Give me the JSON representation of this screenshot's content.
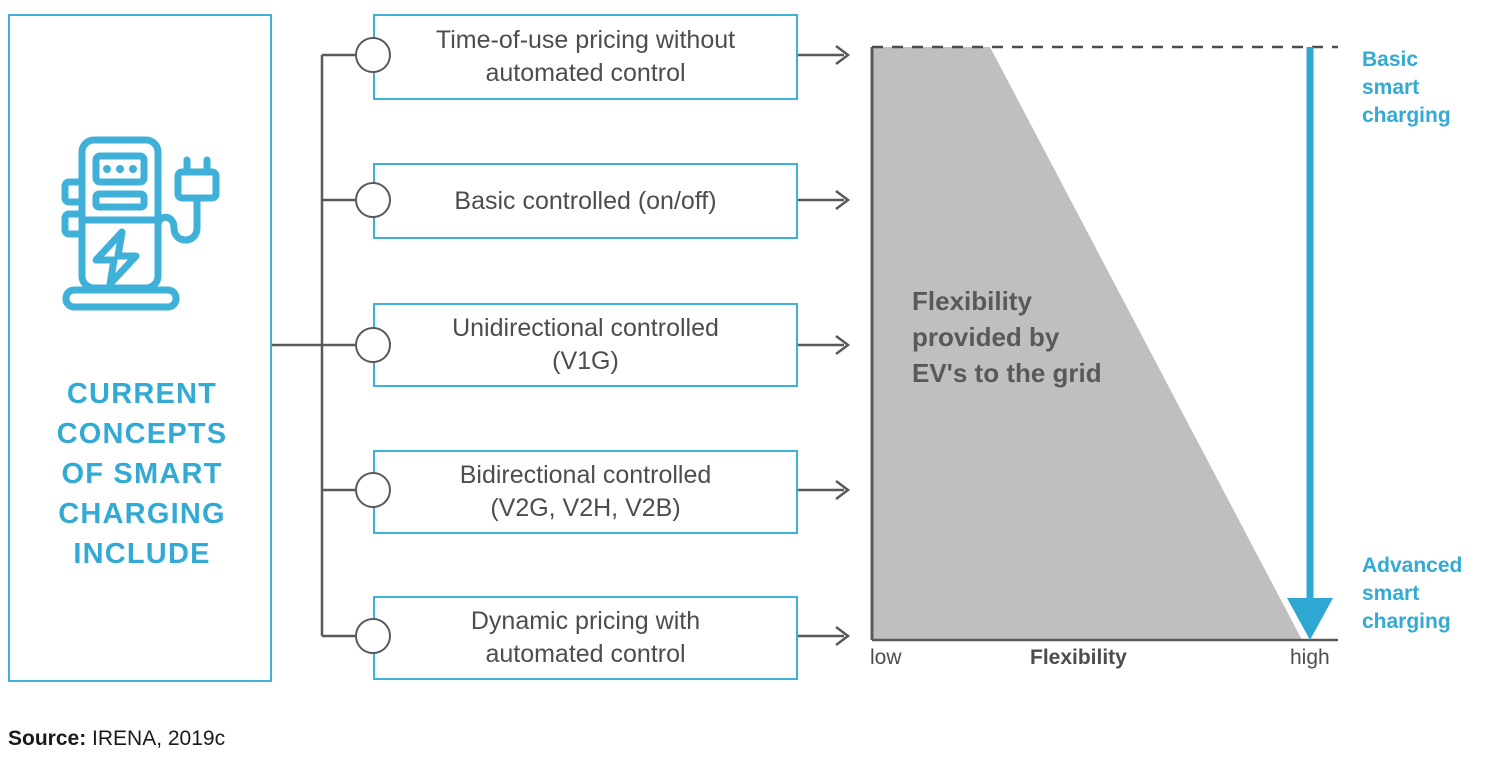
{
  "left_panel": {
    "icon": "ev-charging-station-icon",
    "title_lines": [
      "CURRENT",
      "CONCEPTS",
      "OF SMART",
      "CHARGING",
      "INCLUDE"
    ],
    "accent_color": "#33aad4"
  },
  "concepts": [
    {
      "id": "time-of-use-pricing",
      "lines": [
        "Time-of-use pricing without",
        "automated control"
      ]
    },
    {
      "id": "basic-controlled",
      "lines": [
        "Basic controlled (on/off)"
      ]
    },
    {
      "id": "unidirectional-controlled",
      "lines": [
        "Unidirectional controlled",
        "(V1G)"
      ]
    },
    {
      "id": "bidirectional-controlled",
      "lines": [
        "Bidirectional controlled",
        "(V2G, V2H, V2B)"
      ]
    },
    {
      "id": "dynamic-pricing",
      "lines": [
        "Dynamic pricing with",
        "automated control"
      ]
    }
  ],
  "chart_data": {
    "type": "area",
    "title": "",
    "inner_annotation": [
      "Flexibility",
      "provided by",
      "EV's to the grid"
    ],
    "xlabel": "Flexibility",
    "ylabel": "",
    "x_tick_labels": [
      "low",
      "high"
    ],
    "xlim": [
      0,
      100
    ],
    "ylim": [
      0,
      100
    ],
    "grid": false,
    "legend": "none",
    "series": [
      {
        "name": "Flexibility provided by EV's to the grid",
        "color": "#bfbfbf",
        "polygon_x": [
          0,
          30,
          100,
          0
        ],
        "polygon_y": [
          100,
          100,
          0,
          0
        ]
      }
    ],
    "reference_line": {
      "style": "dashed",
      "y": 100,
      "color": "#4d4d4d"
    },
    "annotations": [
      {
        "id": "basic-smart-charging",
        "lines": [
          "Basic",
          "smart",
          "charging"
        ],
        "color": "#33aad4",
        "at_y": 100
      },
      {
        "id": "advanced-smart-charging",
        "lines": [
          "Advanced",
          "smart",
          "charging"
        ],
        "color": "#33aad4",
        "at_y": 0
      }
    ],
    "arrow": {
      "id": "smart-charging-gradient-arrow",
      "direction": "down",
      "color": "#33aad4",
      "x": 93
    }
  },
  "source": {
    "label": "Source:",
    "value": "IRENA, 2019c"
  },
  "colors": {
    "accent": "#33aad4",
    "box_border": "#3fb0d8",
    "shape_fill": "#bfbfbf",
    "text": "#4d4d4d"
  }
}
